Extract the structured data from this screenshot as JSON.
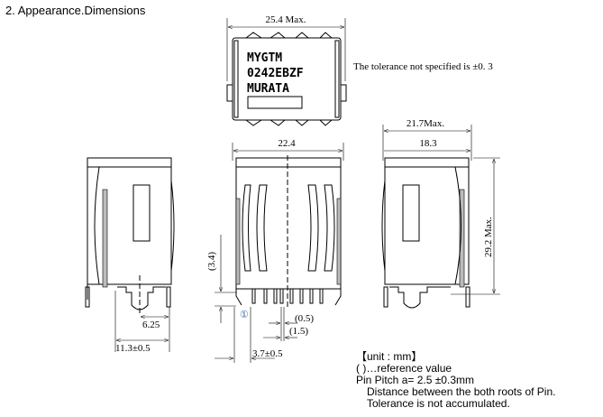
{
  "heading": "2. Appearance.Dimensions",
  "top_view": {
    "width_label": "25.4 Max.",
    "marking": [
      "MYGTM",
      "0242EBZF",
      "MURATA"
    ]
  },
  "tolerance_note": "The tolerance not specified is ±0. 3",
  "front_view": {
    "width_label": "22.4",
    "height_ref_label": "(3.4)",
    "pin_marker": "①",
    "pin_width_label": "(0.5)",
    "pin_gap_label": "(1.5)",
    "offset_label": "3.7±0.5"
  },
  "left_view": {
    "inner_label": "6.25",
    "outer_label": "11.3±0.5"
  },
  "right_view": {
    "width_label": "21.7Max.",
    "inner_label": "18.3",
    "height_label": "29.2 Max."
  },
  "notes": {
    "unit": "【unit : mm】",
    "reference": "(    )…reference value",
    "pin_pitch": "Pin Pitch    a= 2.5 ±0.3mm",
    "line1": "Distance between the both roots of Pin.",
    "line2": "Tolerance is not accumulated."
  }
}
